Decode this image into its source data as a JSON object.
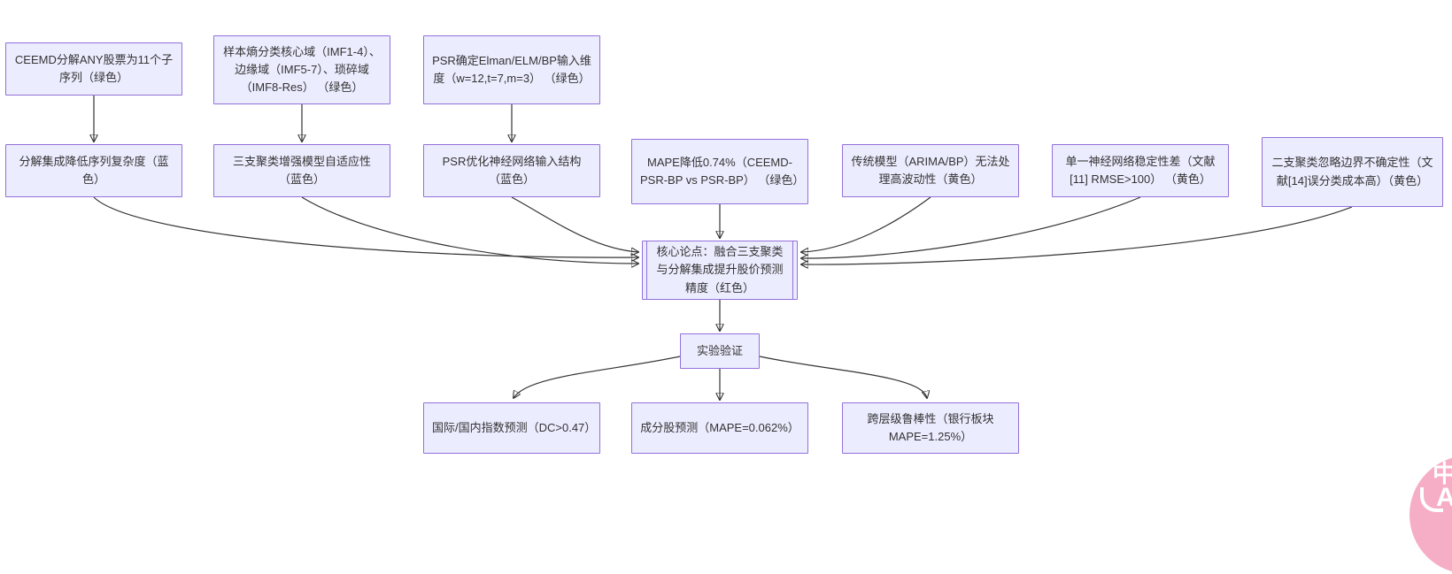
{
  "diagram": {
    "nodes": {
      "ceemd": {
        "label": "CEEMD分解ANY股票为11个子序列（绿色）"
      },
      "entropy": {
        "label": "样本熵分类核心域（IMF1-4）、边缘域（IMF5-7）、琐碎域（IMF8-Res） （绿色）"
      },
      "psr_dim": {
        "label": "PSR确定Elman/ELM/BP输入维度（w=12,t=7,m=3） （绿色）"
      },
      "decomp": {
        "label": "分解集成降低序列复杂度（蓝色）"
      },
      "three_way": {
        "label": "三支聚类增强模型自适应性（蓝色）"
      },
      "psr_opt": {
        "label": "PSR优化神经网络输入结构（蓝色）"
      },
      "mape_gain": {
        "label": "MAPE降低0.74%（CEEMD-PSR-BP vs PSR-BP） （绿色）"
      },
      "traditional": {
        "label": "传统模型（ARIMA/BP）无法处理高波动性（黄色）"
      },
      "single_nn": {
        "label": "单一神经网络稳定性差（文献[11] RMSE>100） （黄色）"
      },
      "two_way": {
        "label": "二支聚类忽略边界不确定性（文献[14]误分类成本高）（黄色）"
      },
      "core": {
        "label": "核心论点：融合三支聚类与分解集成提升股价预测精度（红色）"
      },
      "experiment": {
        "label": "实验验证"
      },
      "index_pred": {
        "label": "国际/国内指数预测（DC>0.47）"
      },
      "stock_pred": {
        "label": "成分股预测（MAPE=0.062%）"
      },
      "robustness": {
        "label": "跨层级鲁棒性（银行板块MAPE=1.25%）"
      }
    },
    "colors": {
      "node_fill": "#ECECFF",
      "node_border": "#9370DB",
      "node_text": "#333333",
      "edge": "#333333"
    }
  },
  "translate_button": {
    "zh": "中",
    "latin": "A",
    "color": "#f6aec6"
  }
}
